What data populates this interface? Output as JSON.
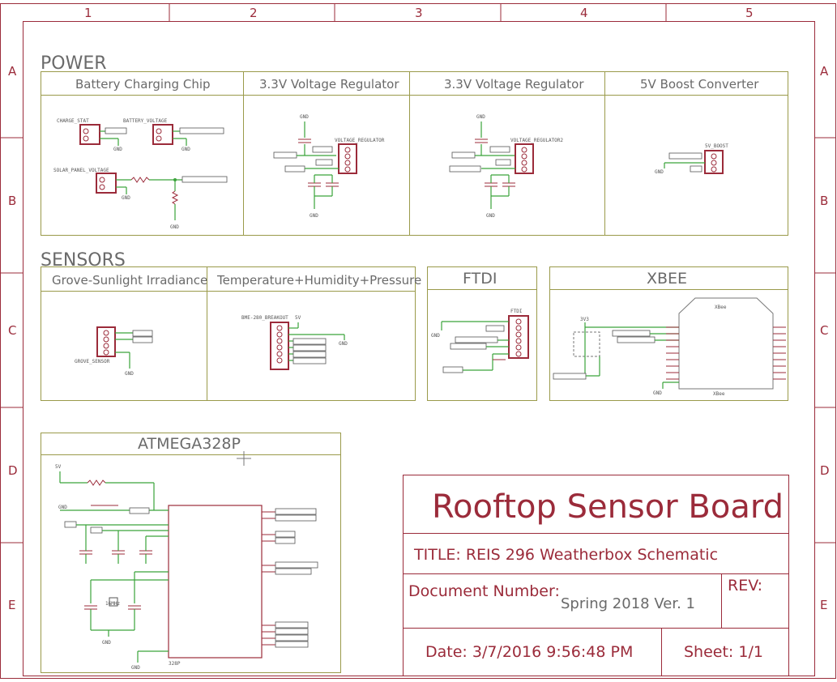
{
  "zones": {
    "columns": [
      "1",
      "2",
      "3",
      "4",
      "5"
    ],
    "rows": [
      "A",
      "B",
      "C",
      "D",
      "E"
    ]
  },
  "sections": {
    "power": "POWER",
    "sensors": "SENSORS"
  },
  "power_blocks": [
    "Battery Charging Chip",
    "3.3V Voltage Regulator",
    "3.3V Voltage Regulator",
    "5V Boost Converter"
  ],
  "sensor_blocks": [
    "Grove-Sunlight Irradiance",
    "Temperature+Humidity+Pressure",
    "FTDI",
    "XBEE"
  ],
  "mcu_block": "ATMEGA328P",
  "part_labels": {
    "charge_status": "CHARGE_STAT",
    "battery_voltage": "BATTERY_VOLTAGE",
    "solar_panel_voltage": "SOLAR_PANEL_VOLTAGE",
    "voltage_regulator": "VOLTAGE_REGULATOR",
    "voltage_regulator2": "VOLTAGE_REGULATOR2",
    "boost": "5V_BOOST",
    "ftdi": "FTDI",
    "xbee": "XBee",
    "grove_sensor": "GROVE_SENSOR",
    "bme": "BME-280_BREAKOUT",
    "mcu_chip": "328P",
    "crystal": "16MHz",
    "gnd": "GND",
    "v5": "5V",
    "v33": "3V3"
  },
  "title_block": {
    "board_name": "Rooftop Sensor Board",
    "title": "TITLE: REIS 296 Weatherbox Schematic",
    "doc_number_label": "Document Number:",
    "doc_number_value": "Spring 2018 Ver. 1",
    "rev_label": "REV:",
    "date": "Date: 3/7/2016 9:56:48 PM",
    "sheet": "Sheet: 1/1"
  }
}
